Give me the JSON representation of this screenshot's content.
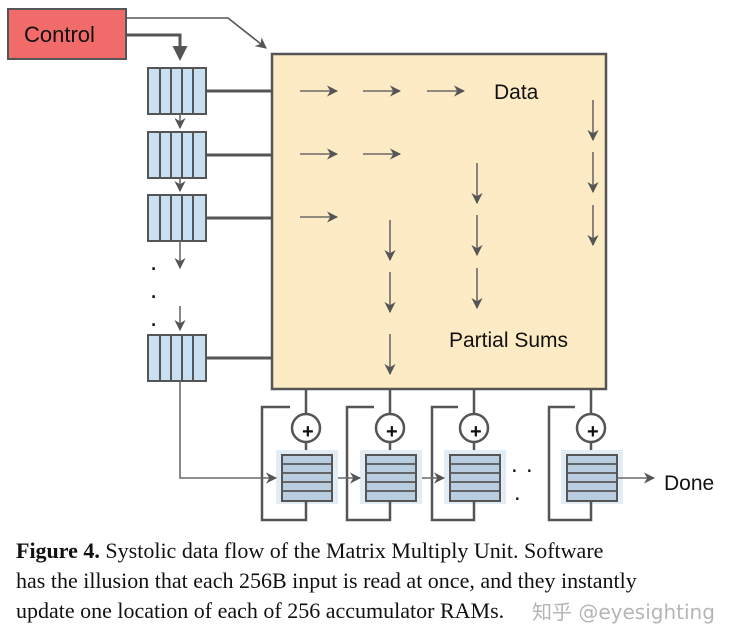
{
  "diagram": {
    "control_label": "Control",
    "data_label": "Data",
    "partial_sums_label": "Partial Sums",
    "done_label": "Done",
    "plus_sign": "+",
    "ellipsis_dot": ".",
    "colors": {
      "control_fill": "#f26b6b",
      "control_border": "#555555",
      "array_fill": "#fcebc4",
      "fifo_fill": "#c9dff2",
      "accum_fill": "#b8cde0",
      "line": "#555555",
      "arrow": "#6a6a6a"
    }
  },
  "caption": {
    "label": "Figure 4.",
    "line1": " Systolic data flow of the Matrix Multiply Unit. Software",
    "line2": "has the illusion that each 256B input is read at once, and they instantly",
    "line3": "update one location of each of 256 accumulator RAMs."
  },
  "watermark": {
    "text": "知乎 @eyesighting"
  }
}
